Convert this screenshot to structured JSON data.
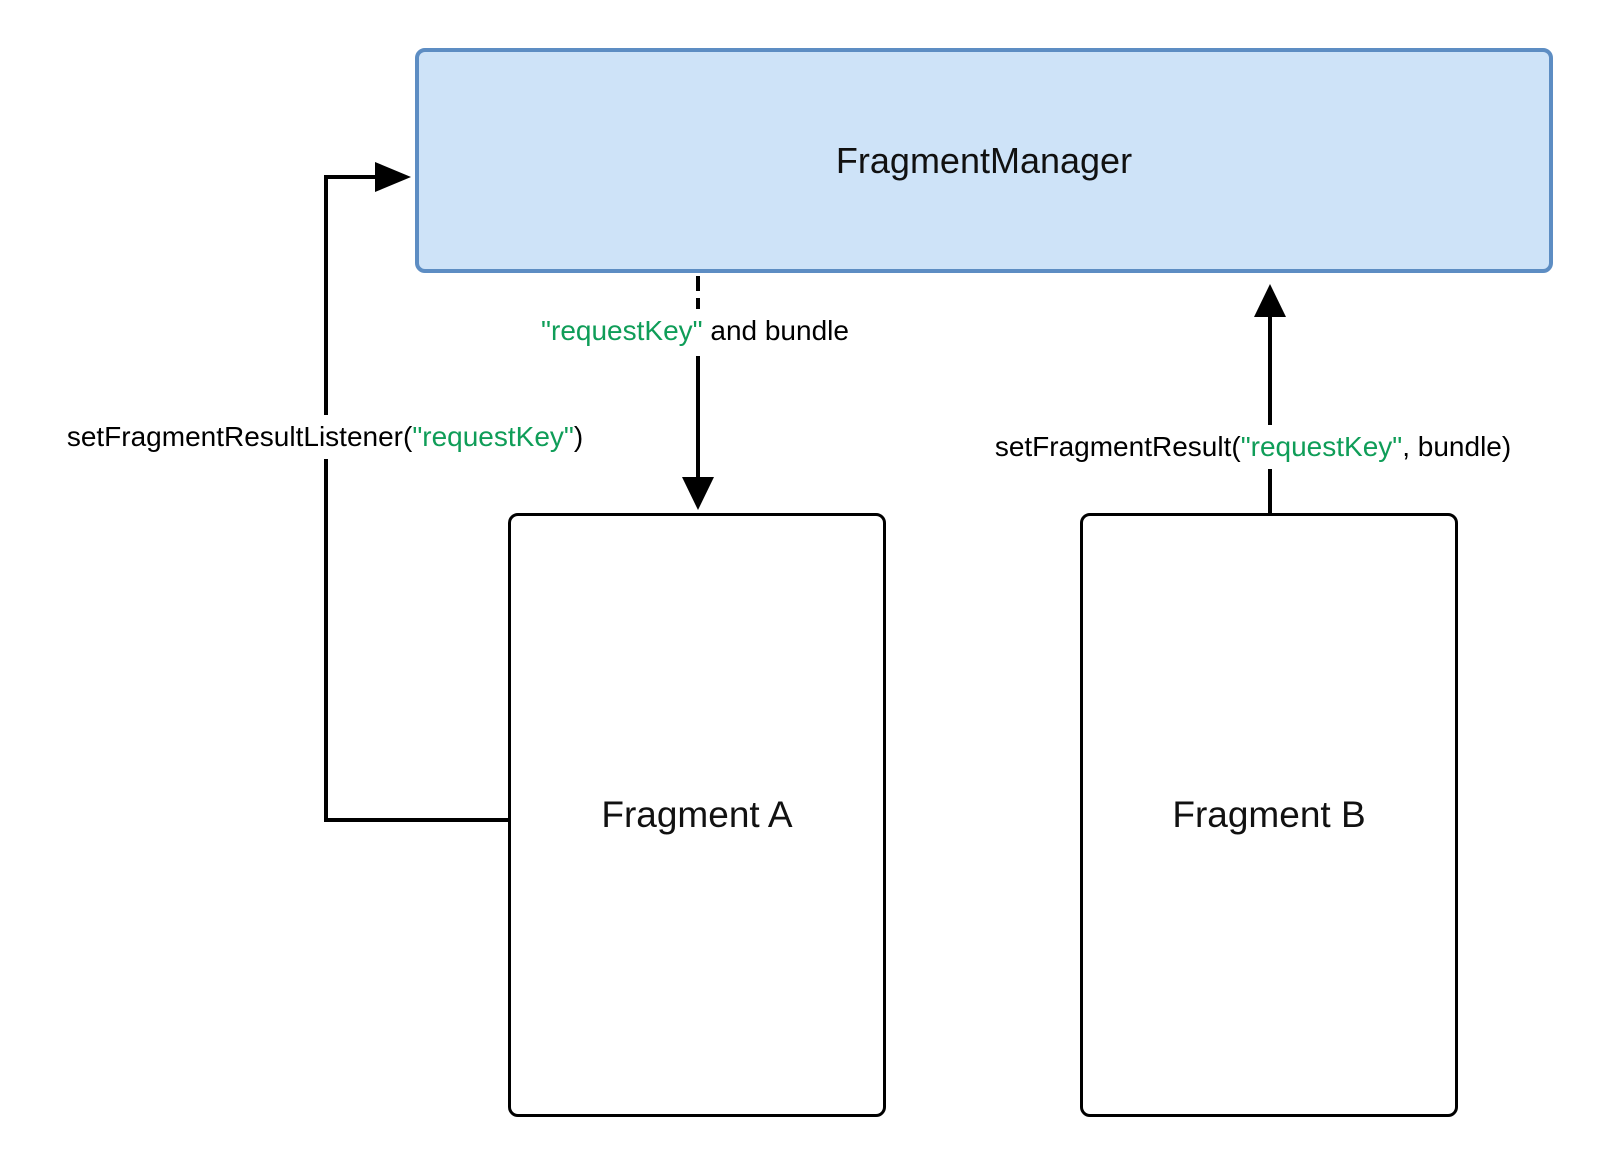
{
  "diagram": {
    "manager": {
      "label": "FragmentManager"
    },
    "fragment_a": {
      "label": "Fragment A"
    },
    "fragment_b": {
      "label": "Fragment B"
    },
    "edges": {
      "deliver": {
        "description": "FragmentManager delivers result to Fragment A",
        "key": "\"requestKey\"",
        "post": " and bundle"
      },
      "listener": {
        "description": "Fragment A registers a result listener on FragmentManager",
        "pre": "setFragmentResultListener(",
        "key": "\"requestKey\"",
        "post": ")"
      },
      "result": {
        "description": "Fragment B sets a result on FragmentManager",
        "pre": "setFragmentResult(",
        "key": "\"requestKey\"",
        "post": ", bundle)"
      }
    },
    "colors": {
      "green": "#0f9d58",
      "manager_fill": "#cee3f8",
      "manager_border": "#5d8dc3",
      "line": "#000000"
    }
  }
}
